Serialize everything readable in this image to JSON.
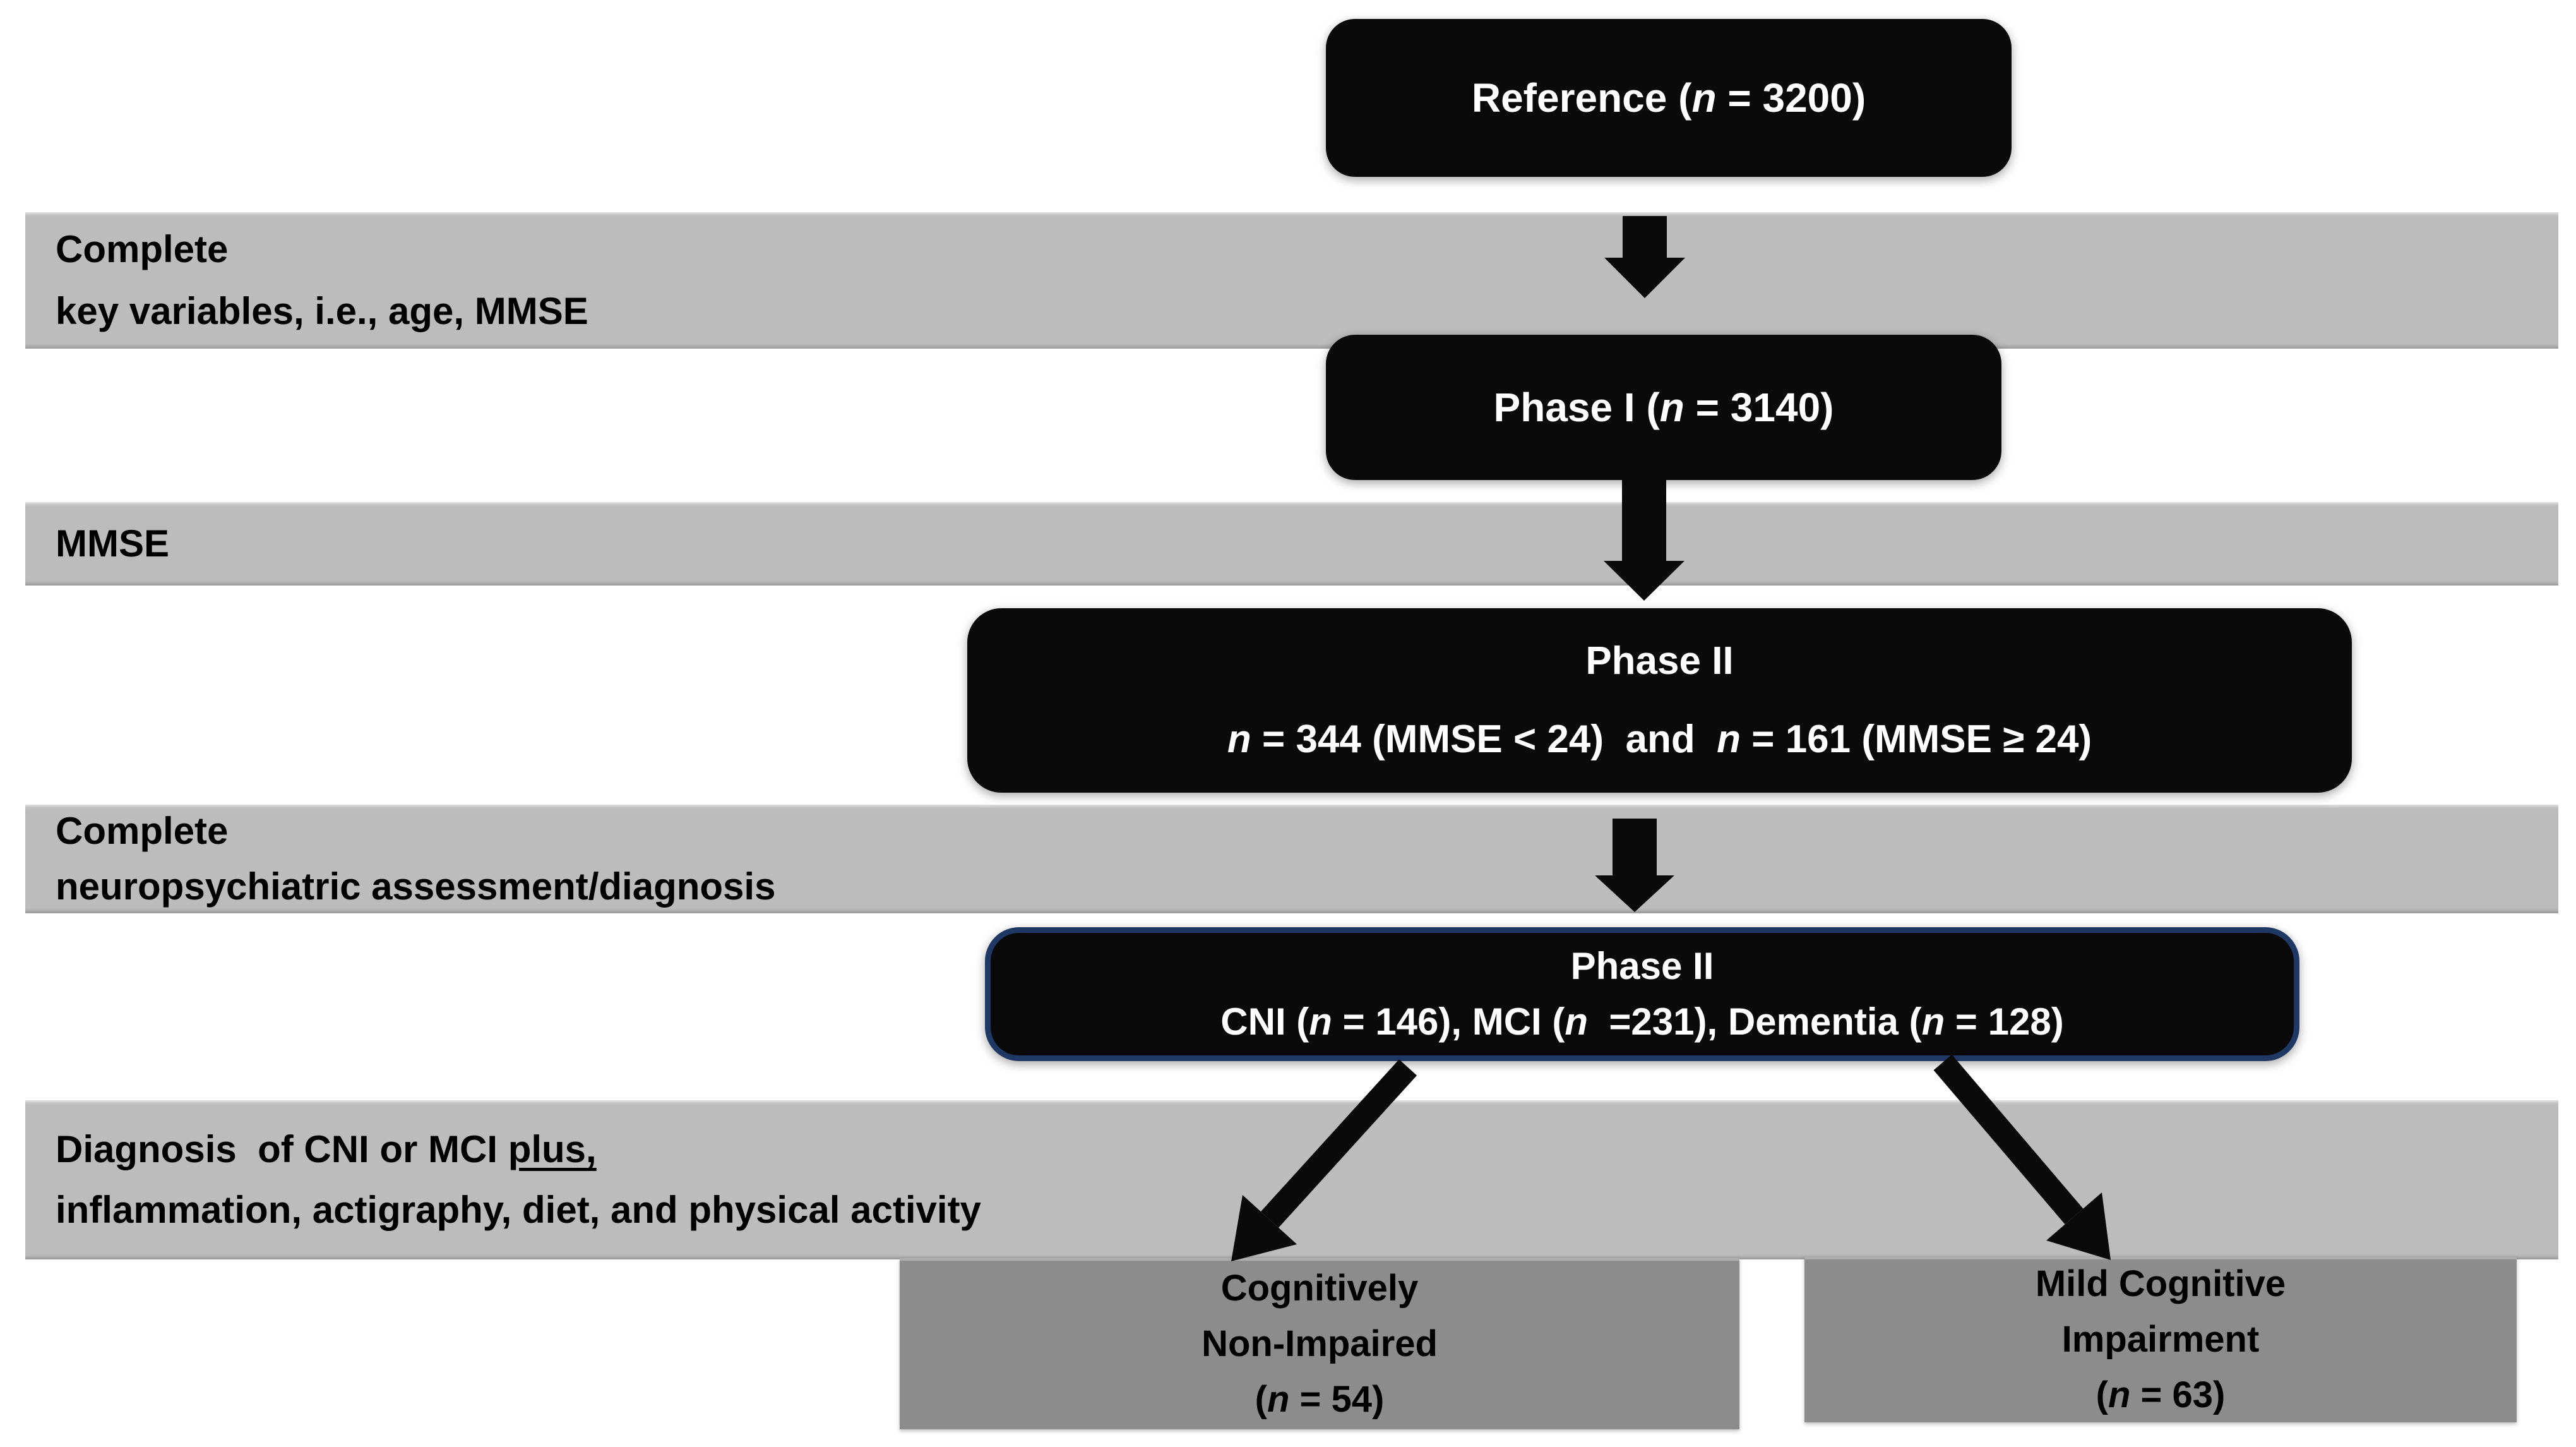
{
  "figure": {
    "boxes": {
      "reference": {
        "label": "Reference (n = 3200)"
      },
      "phase1": {
        "label": "Phase I (n = 3140)"
      },
      "phase2_screen": {
        "title": "Phase II",
        "detail": "n = 344 (MMSE < 24)  and  n = 161 (MMSE ≥ 24)"
      },
      "phase2_diagnosis": {
        "title": "Phase II",
        "detail": "CNI (n = 146), MCI (n  =231), Dementia (n = 128)"
      },
      "cni": {
        "line1": "Cognitively",
        "line2": "Non-Impaired",
        "line3": "(n = 54)"
      },
      "mci": {
        "line1": "Mild Cognitive",
        "line2": "Impairment",
        "line3": "(n = 63)"
      }
    },
    "bands": {
      "band1": {
        "line1": "Complete",
        "line2": "key variables, i.e., age, MMSE"
      },
      "band2": {
        "line1": "MMSE"
      },
      "band3": {
        "line1": "Complete",
        "line2": "neuropsychiatric assessment/diagnosis"
      },
      "band4": {
        "line1_prefix": "Diagnosis  of CNI or MCI ",
        "line1_underline": "plus,",
        "line2": "inflammation, actigraphy, diet, and physical activity"
      }
    },
    "colors": {
      "band_gray": "#bcbcbc",
      "box_black": "#0a0a0a",
      "outcome_gray": "#8c8c8c",
      "phase2_border_navy": "#1f3864",
      "text_on_black": "#ffffff",
      "text_on_gray": "#000000"
    }
  }
}
